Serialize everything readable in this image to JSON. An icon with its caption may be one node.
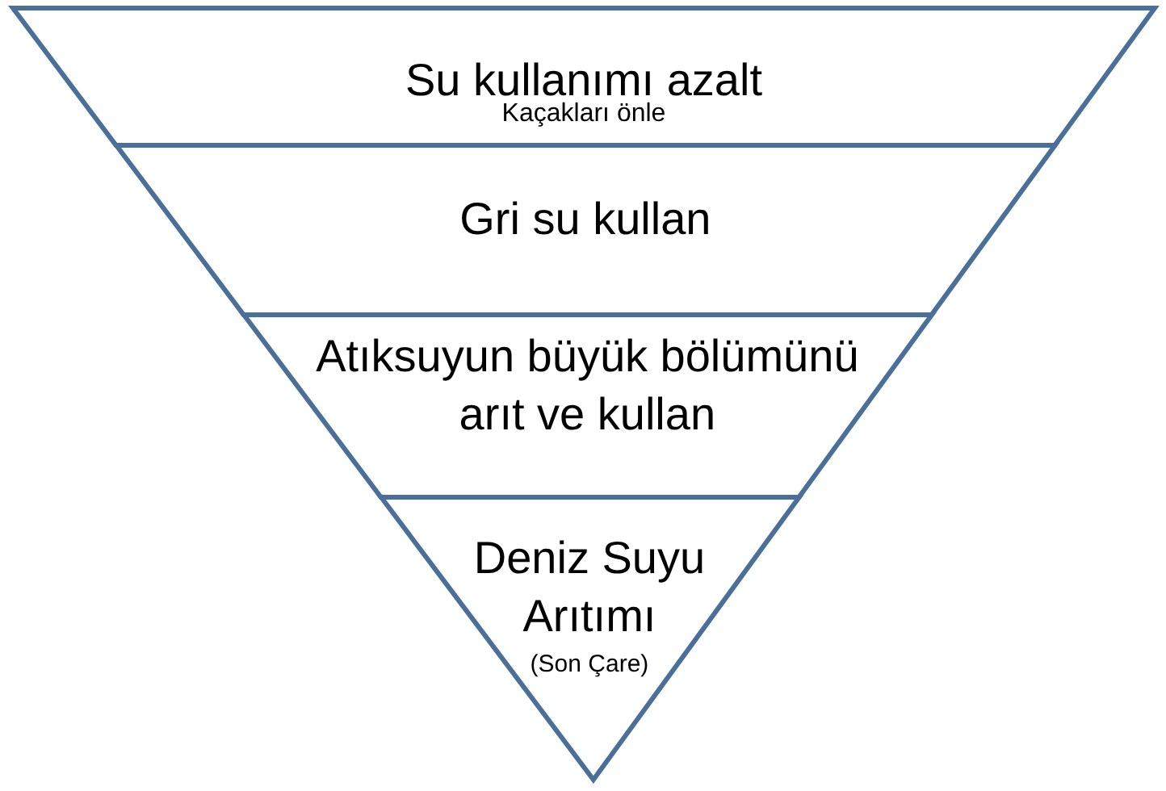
{
  "diagram": {
    "nodes": [
      {
        "text": [
          "Su kullanımı azalt",
          "Kaçakları önle"
        ]
      },
      {
        "text": [
          "Gri su kullan"
        ]
      },
      {
        "text": [
          "Atıksuyun büyük bölümünü arıt ve kullan"
        ]
      },
      {
        "text": [
          "Deniz Suyu Arıtımı",
          "(Son Çare)"
        ]
      }
    ]
  }
}
